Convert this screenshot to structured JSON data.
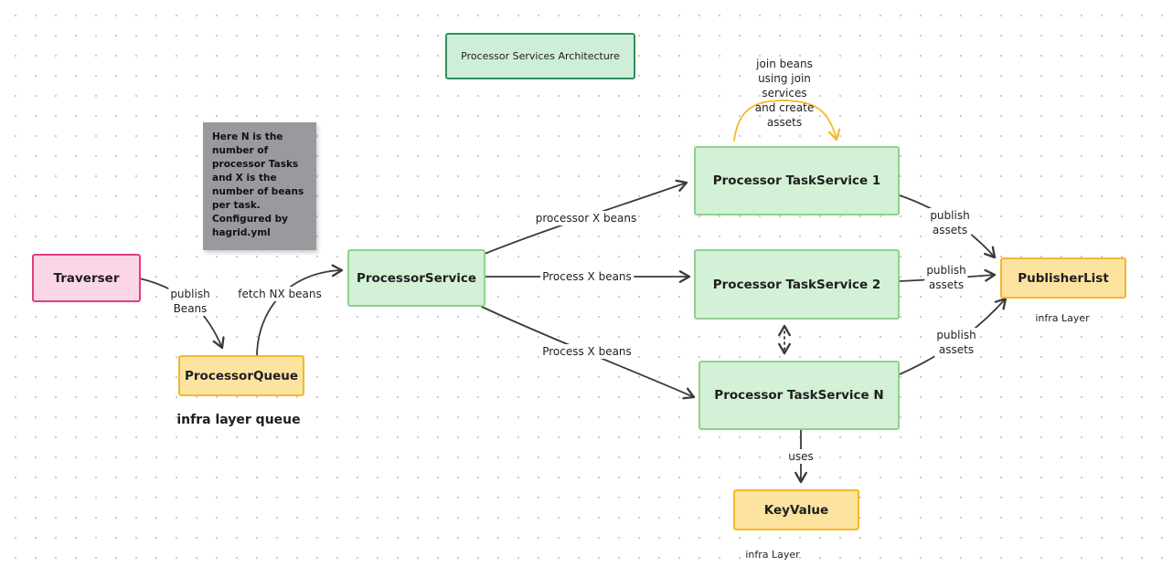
{
  "diagram": {
    "title": "Processor Services Architecture",
    "nodes": {
      "traverser": "Traverser",
      "processor_queue": "ProcessorQueue",
      "processor_service": "ProcessorService",
      "task_service_1": "Processor TaskService 1",
      "task_service_2": "Processor TaskService 2",
      "task_service_n": "Processor TaskService N",
      "publisher_list": "PublisherList",
      "key_value": "KeyValue"
    },
    "note": "Here N is the\nnumber of\nprocessor Tasks\nand X is the\nnumber of beans\nper task.\nConfigured by\nhagrid.yml",
    "edge_labels": {
      "publish_beans": "publish\nBeans",
      "fetch_nx_beans": "fetch NX beans",
      "processor_x_beans": "processor X beans",
      "process_x_beans_2": "Process X beans",
      "process_x_beans_n": "Process X beans",
      "join_beans": "join beans\nusing join\nservices\nand create\nassets",
      "publish_assets_1": "publish\nassets",
      "publish_assets_2": "publish\nassets",
      "publish_assets_n": "publish\nassets",
      "uses": "uses"
    },
    "captions": {
      "infra_layer_queue": "infra layer queue",
      "infra_layer_publisher": "infra Layer",
      "infra_layer_keyvalue": "infra Layer"
    },
    "colors": {
      "service_fill": "#d3f1d6",
      "infra_fill": "#fde3a0",
      "source_fill": "#fbd6e7",
      "join_arrow": "#f5b72c",
      "arrow": "#3a3a3a"
    }
  }
}
